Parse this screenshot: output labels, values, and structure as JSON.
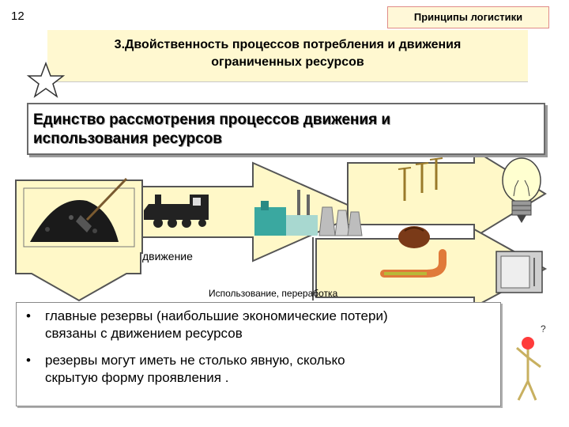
{
  "slide": {
    "number": "12",
    "header_tag": "Принципы логистики",
    "title_line1": "3.Двойственность процессов потребления и движения",
    "title_line2": "ограниченных ресурсов",
    "subtitle_line1": "Единство рассмотрения процессов движения и",
    "subtitle_line2": "использования ресурсов"
  },
  "diagram": {
    "label_movement": "движение",
    "label_usage": "Использование, переработка"
  },
  "bullets": [
    {
      "marker": "•",
      "line1": "главные резервы (наибольшие экономические потери)",
      "line2": "связаны с движением ресурсов"
    },
    {
      "marker": "•",
      "line1": "резервы могут иметь не столько явную, сколько",
      "line2": "скрытую форму проявления ."
    }
  ],
  "colors": {
    "arrow_fill": "#fff8c8",
    "arrow_stroke": "#555555",
    "title_bg": "#fff8d0",
    "tag_border": "#e08c88",
    "figure_head": "#ff3b3b"
  },
  "icons": [
    "star-icon",
    "coal-pile-icon",
    "shovel-icon",
    "locomotive-icon",
    "power-plant-icon",
    "power-line-icon",
    "light-bulb-icon",
    "pipe-icon",
    "bag-icon",
    "appliance-icon",
    "stick-figure-icon"
  ]
}
